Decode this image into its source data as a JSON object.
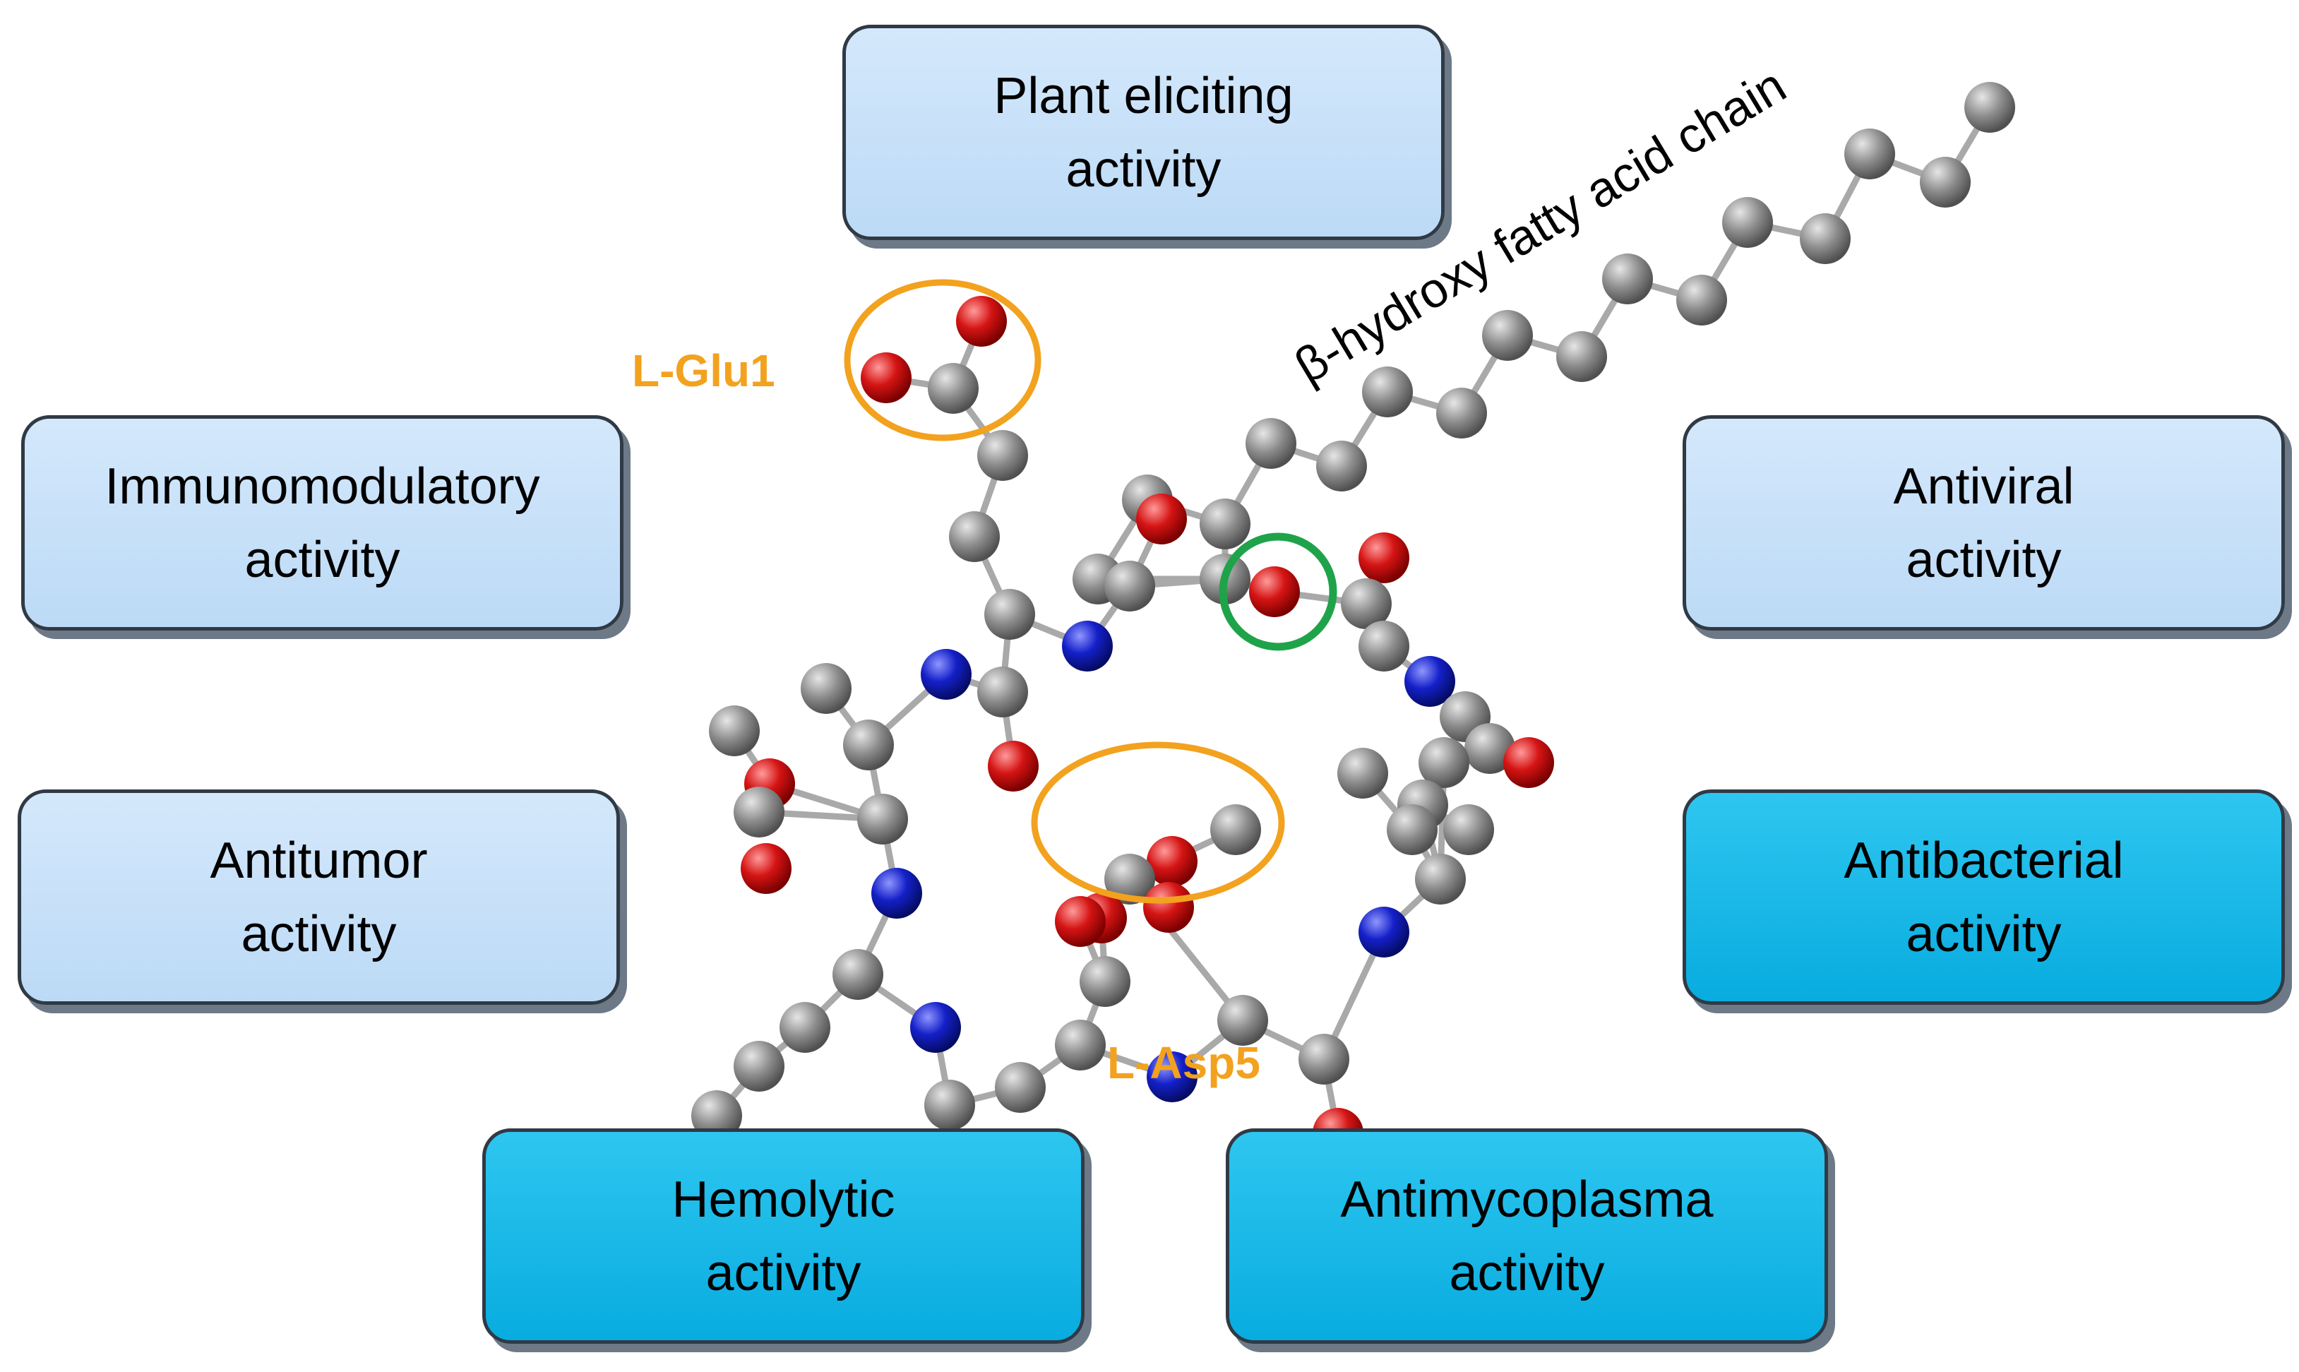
{
  "boxes": [
    {
      "line1": "Plant eliciting",
      "line2": "activity",
      "style": "light"
    },
    {
      "line1": "Immunomodulatory",
      "line2": "activity",
      "style": "light"
    },
    {
      "line1": "Antiviral",
      "line2": "activity",
      "style": "light"
    },
    {
      "line1": "Antitumor",
      "line2": "activity",
      "style": "light"
    },
    {
      "line1": "Antibacterial",
      "line2": "activity",
      "style": "dark"
    },
    {
      "line1": "Hemolytic",
      "line2": "activity",
      "style": "dark"
    },
    {
      "line1": "Antimycoplasma",
      "line2": "activity",
      "style": "dark"
    }
  ],
  "labels": {
    "glu": "L-Glu1",
    "asp": "L-Asp5",
    "chain": "β-hydroxy fatty acid chain"
  },
  "colors": {
    "carbon": "#8c8c8c",
    "oxygen": "#d51414",
    "nitrogen": "#1420c8",
    "highlight_acidic": "#f2a21e",
    "highlight_ester": "#1fa34a",
    "box_light": "#c8e1f8",
    "box_dark": "#12b4e4"
  }
}
